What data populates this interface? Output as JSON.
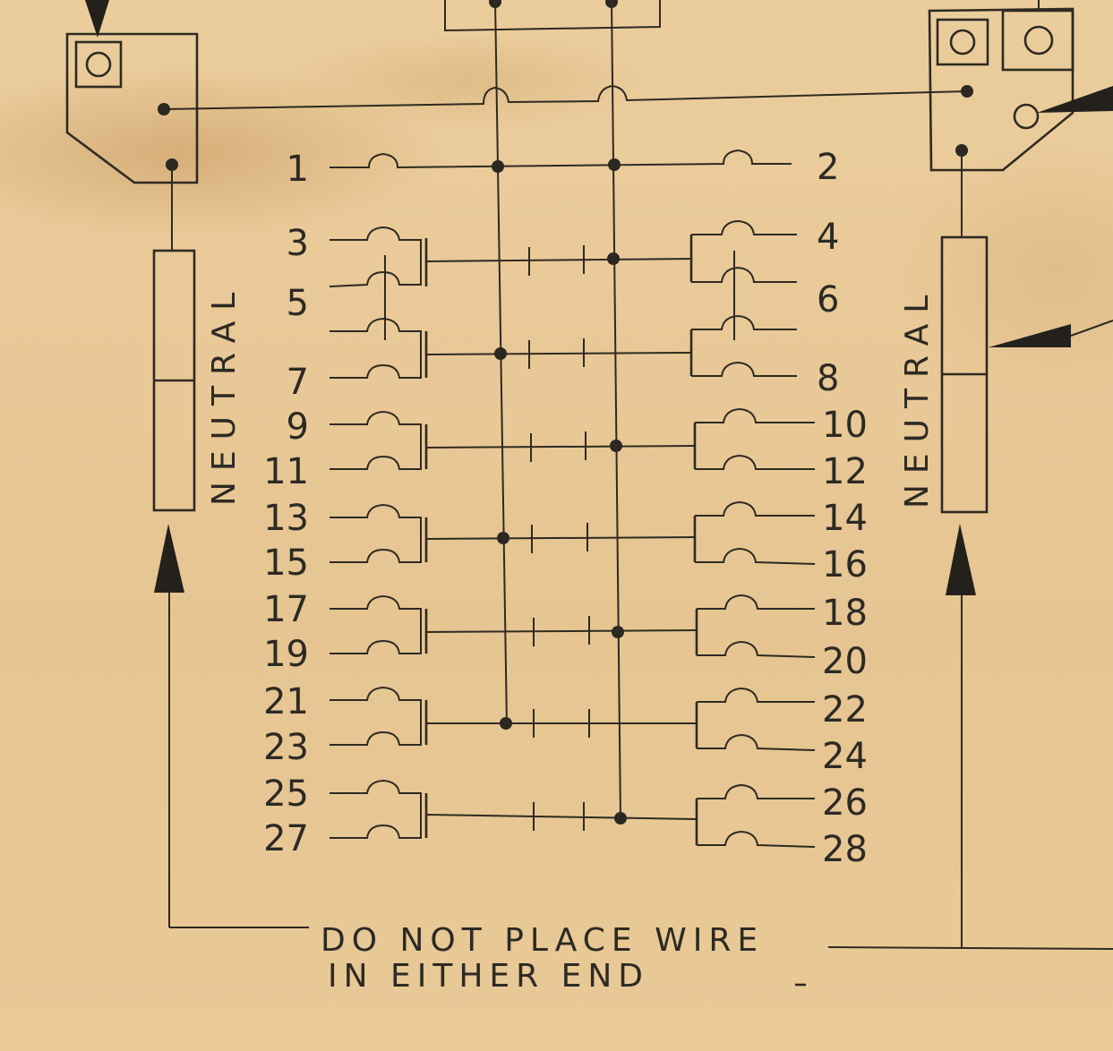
{
  "diagram": {
    "type": "wiring-schematic",
    "left_numbers": [
      "1",
      "3",
      "5",
      "7",
      "9",
      "11",
      "13",
      "15",
      "17",
      "19",
      "21",
      "23",
      "25",
      "27"
    ],
    "right_numbers": [
      "2",
      "4",
      "6",
      "8",
      "10",
      "12",
      "14",
      "16",
      "18",
      "20",
      "22",
      "24",
      "26",
      "28"
    ],
    "left_neutral_label": "NEUTRAL",
    "right_neutral_label": "NEUTRAL",
    "note_line1": "DO NOT PLACE WIRE",
    "note_line2": "IN EITHER END",
    "colors": {
      "paper": "#e8c896",
      "ink": "#2e2a22",
      "stain": "#b0783c"
    }
  }
}
